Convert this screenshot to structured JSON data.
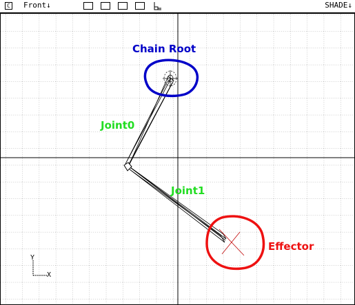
{
  "toolbar": {
    "menu_icon_glyph": "C",
    "view_label": "Front↓",
    "shade_label": "SHADE↓",
    "layout_buttons": [
      "single-pane",
      "two-pane",
      "three-pane",
      "four-pane",
      "layout-config"
    ]
  },
  "labels": {
    "chain_root": "Chain Root",
    "joint0": "Joint0",
    "joint1": "Joint1",
    "effector": "Effector"
  },
  "axis_indicator": {
    "y": "Y",
    "x": "X"
  },
  "colors": {
    "chain_root": "#0000c8",
    "joints": "#22dd22",
    "effector": "#ee1111",
    "grid": "#9a9a9a",
    "axes": "#000000"
  },
  "icons": [
    "menu-box-icon",
    "dropdown-arrow-icon",
    "pane-layout-icon"
  ]
}
